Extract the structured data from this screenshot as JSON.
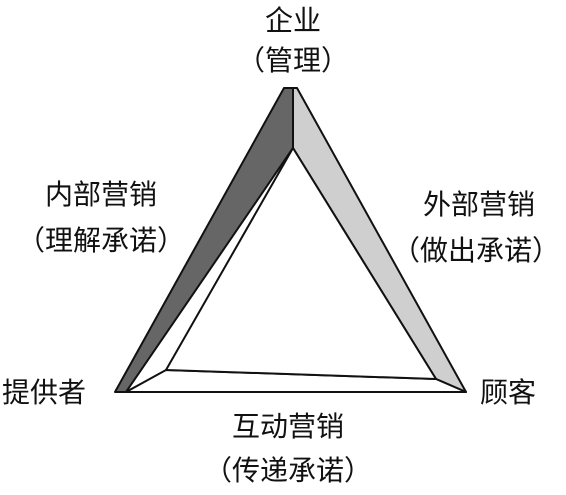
{
  "colors": {
    "background": "#ffffff",
    "outline": "#111111",
    "internal_side_fill": "#666666",
    "external_side_fill": "#cfcfcf",
    "interactive_side_fill": "#ffffff"
  },
  "nodes": {
    "company": {
      "name": "企业",
      "sub": "（管理）"
    },
    "provider": {
      "name": "提供者"
    },
    "customer": {
      "name": "顾客"
    }
  },
  "sides": {
    "internal": {
      "name": "内部营销",
      "sub": "（理解承诺）"
    },
    "external": {
      "name": "外部营销",
      "sub": "（做出承诺）"
    },
    "interactive": {
      "name": "互动营销",
      "sub": "（传递承诺）"
    }
  }
}
